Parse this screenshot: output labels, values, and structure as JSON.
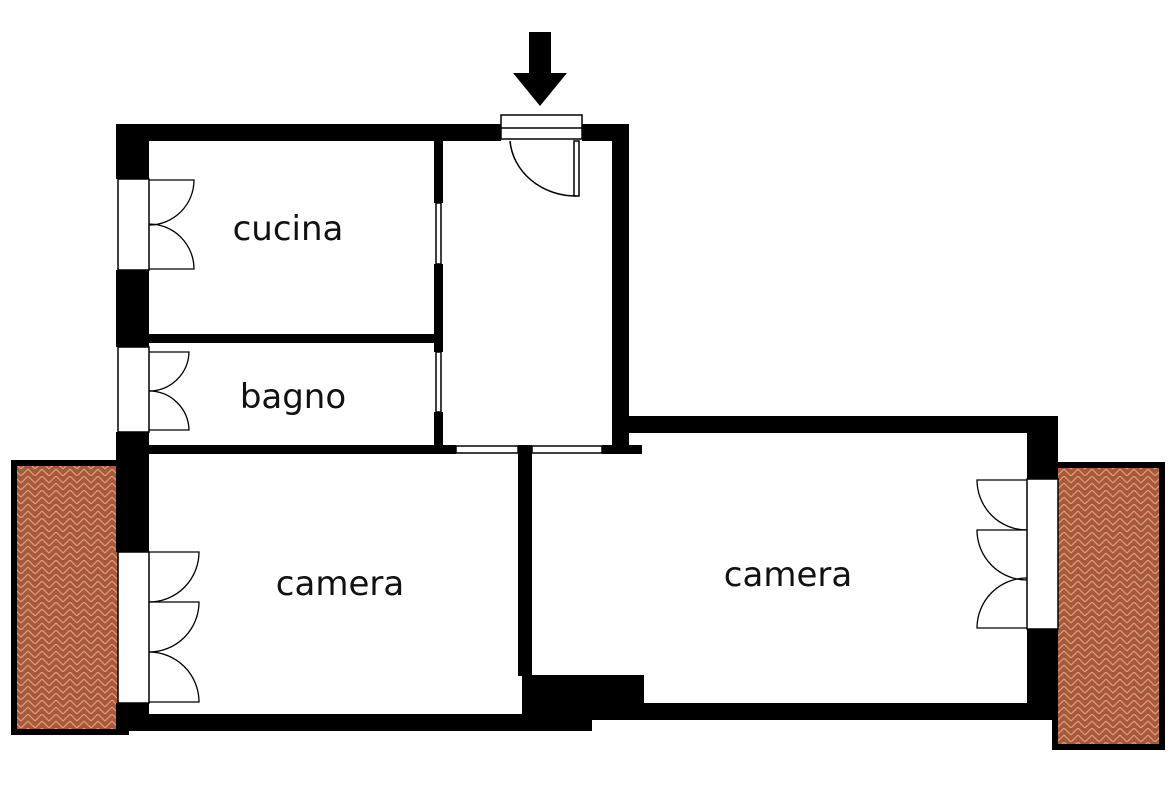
{
  "rooms": {
    "kitchen": "cucina",
    "bathroom": "bagno",
    "bedroom_left": "camera",
    "bedroom_right": "camera"
  },
  "colors": {
    "wall": "#000000",
    "floor": "#ffffff",
    "balcony_tile": "#a9593a",
    "balcony_grout": "#d9a27f"
  },
  "icons": {
    "entrance": "down-arrow-icon"
  }
}
